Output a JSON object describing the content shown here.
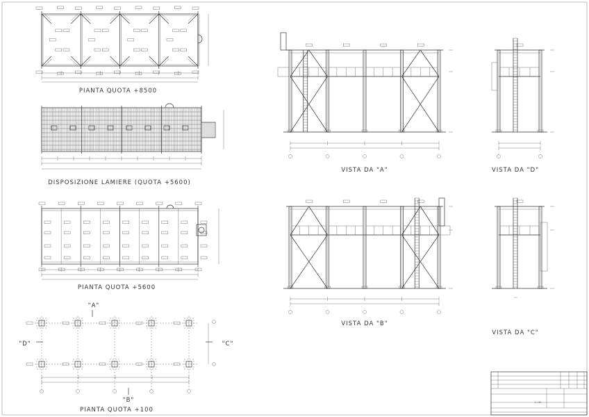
{
  "views": {
    "plan_8500": "PIANTA QUOTA +8500",
    "sheets_layout": "DISPOSIZIONE LAMIERE (QUOTA +5600)",
    "plan_5600": "PIANTA QUOTA +5600",
    "plan_100": "PIANTA QUOTA +100",
    "view_a": "VISTA DA \"A\"",
    "view_d": "VISTA DA \"D\"",
    "view_b": "VISTA DA \"B\"",
    "view_c": "VISTA DA \"C\""
  },
  "markers": {
    "a": "\"A\"",
    "b": "\"B\"",
    "c": "\"C\"",
    "d": "\"D\""
  },
  "title_block": {
    "scale": "1 : 50"
  }
}
